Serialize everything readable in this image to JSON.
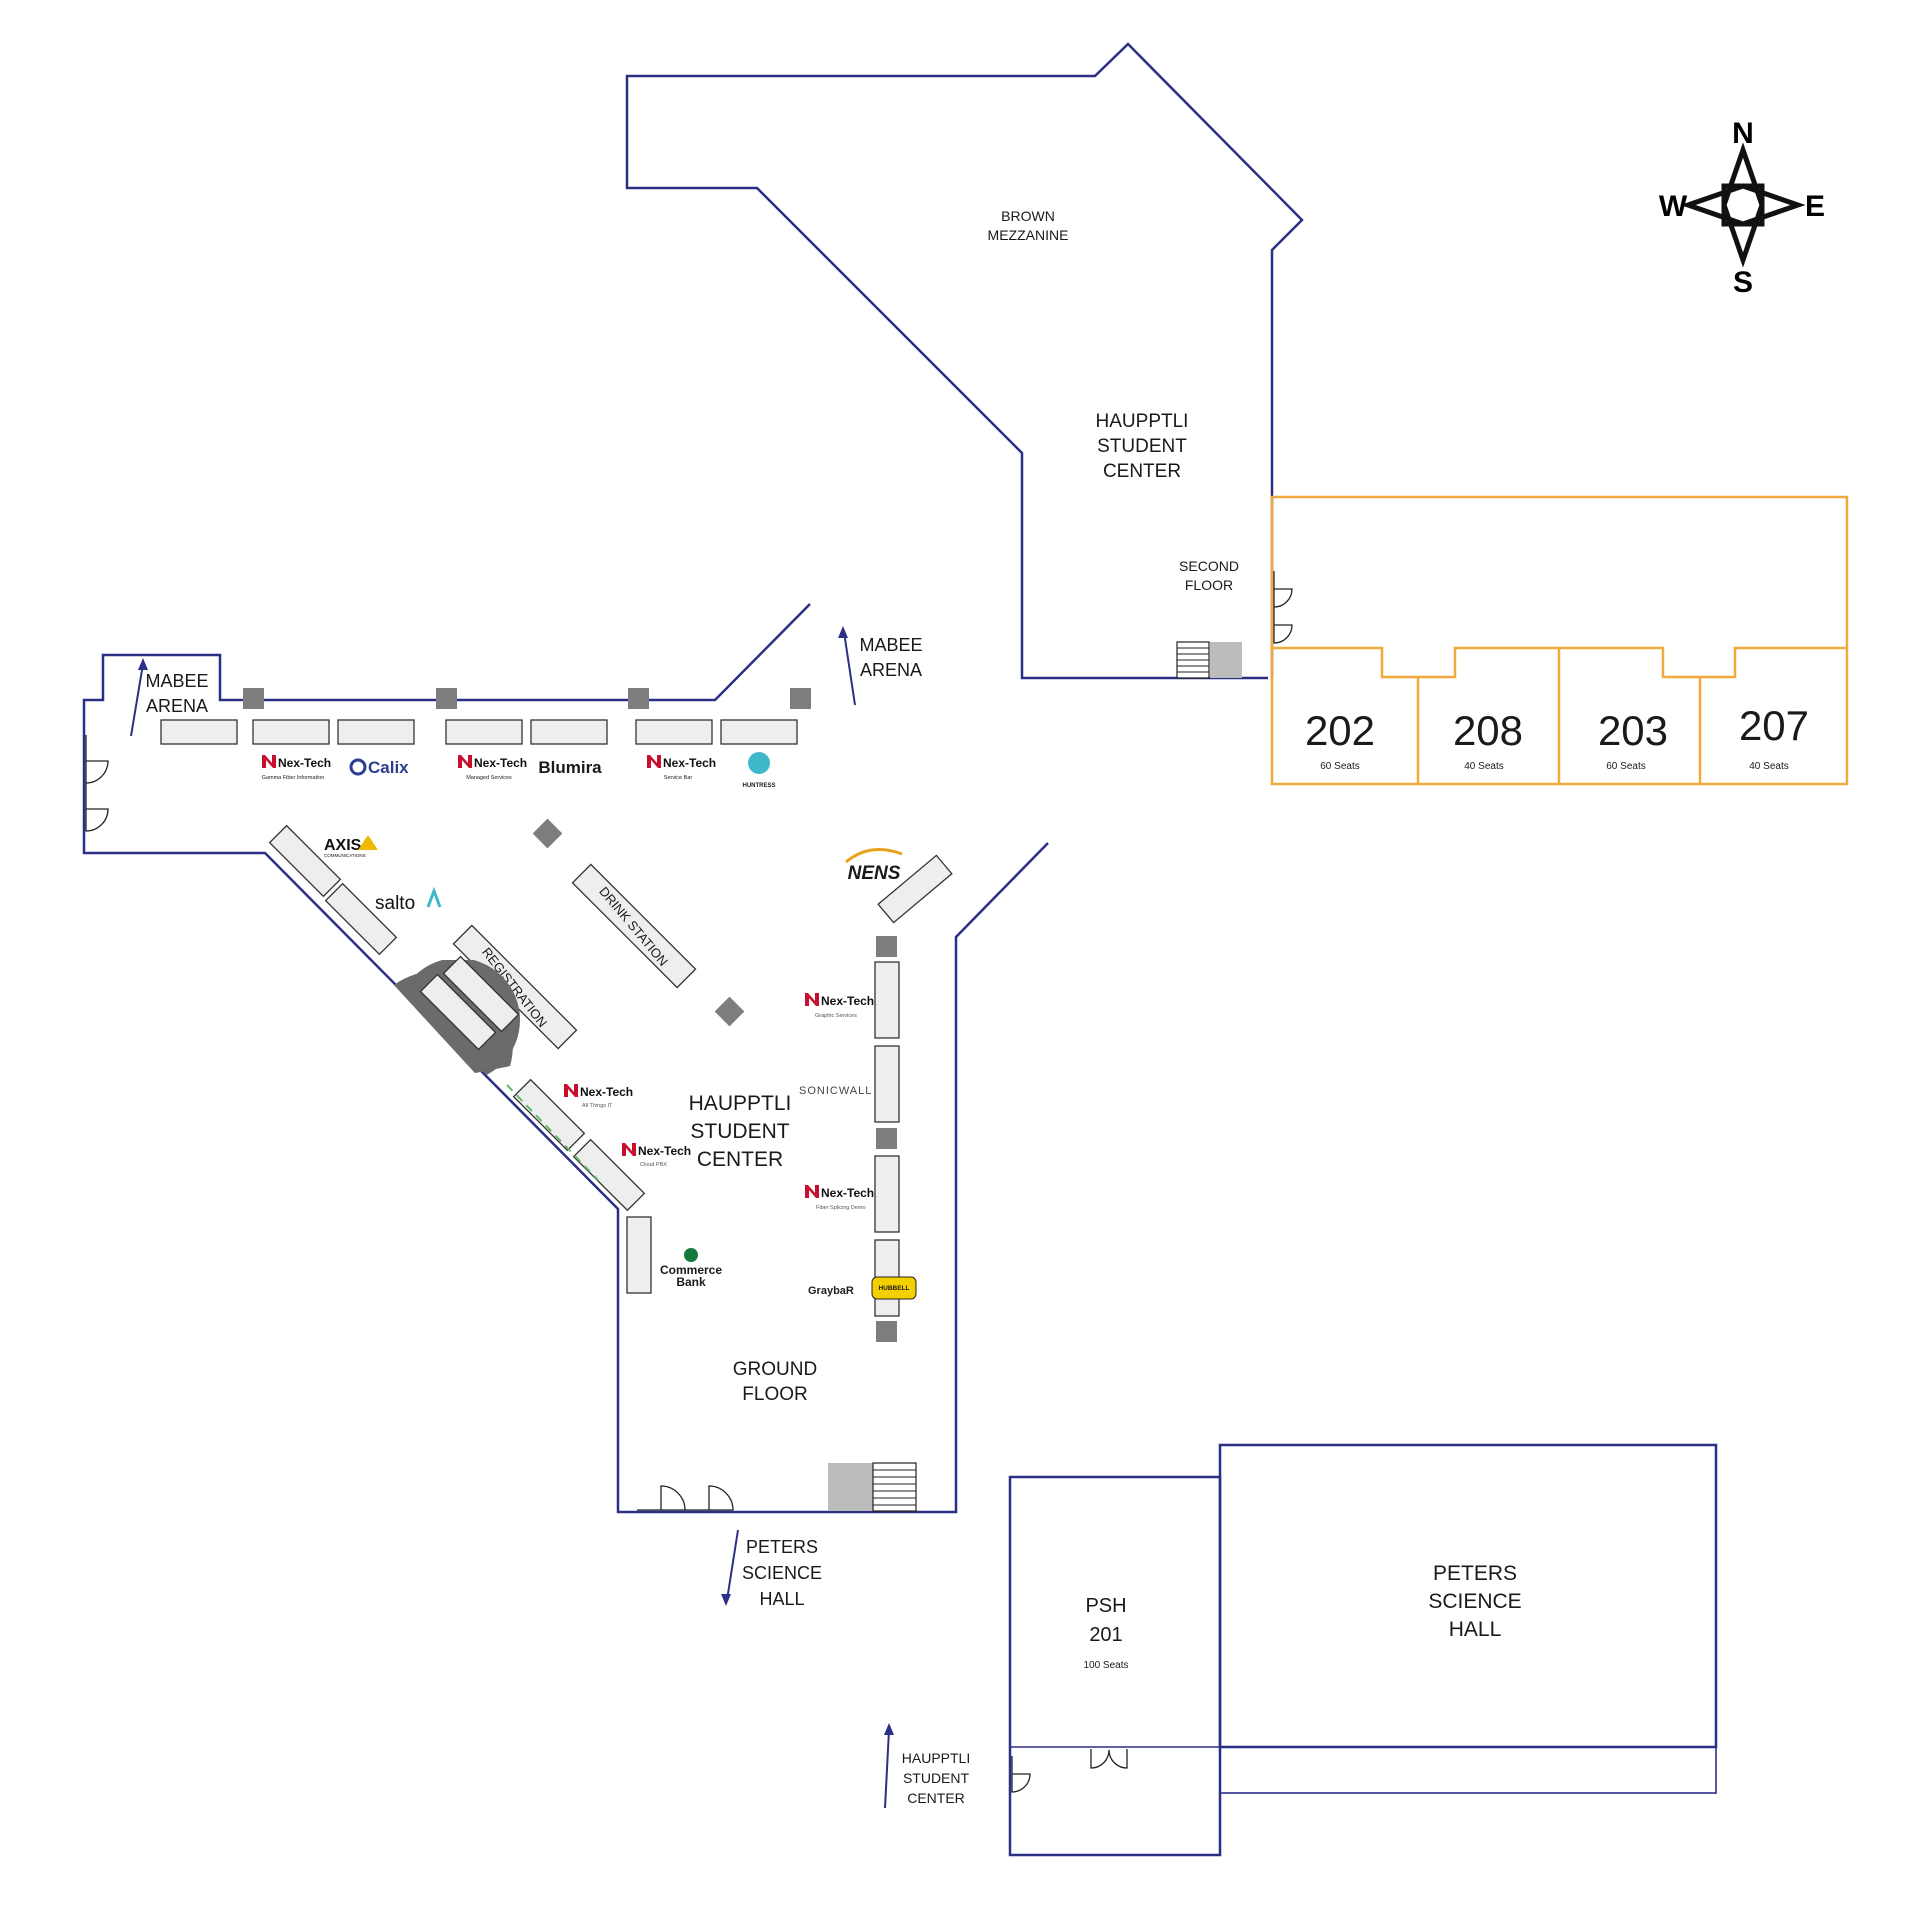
{
  "compass": {
    "n": "N",
    "e": "E",
    "s": "S",
    "w": "W"
  },
  "labels": {
    "brown_mezzanine": [
      "BROWN",
      "MEZZANINE"
    ],
    "hsc_upper": [
      "HAUPPTLI",
      "STUDENT",
      "CENTER"
    ],
    "second_floor": [
      "SECOND",
      "FLOOR"
    ],
    "mabee_left": [
      "MABEE",
      "ARENA"
    ],
    "mabee_right": [
      "MABEE",
      "ARENA"
    ],
    "hsc_ground": [
      "HAUPPTLI",
      "STUDENT",
      "CENTER"
    ],
    "ground_floor": [
      "GROUND",
      "FLOOR"
    ],
    "peters_arrow": [
      "PETERS",
      "SCIENCE",
      "HALL"
    ],
    "hsc_arrow": [
      "HAUPPTLI",
      "STUDENT",
      "CENTER"
    ],
    "psh201": [
      "PSH",
      "201"
    ],
    "psh201_seats": "100 Seats",
    "peters_hall": [
      "PETERS",
      "SCIENCE",
      "HALL"
    ]
  },
  "rooms": [
    {
      "number": "202",
      "seats": "60 Seats"
    },
    {
      "number": "208",
      "seats": "40 Seats"
    },
    {
      "number": "203",
      "seats": "60 Seats"
    },
    {
      "number": "207",
      "seats": "40 Seats"
    }
  ],
  "tables": {
    "drink_station": "DRINK STATION",
    "registration": "REGISTRATION"
  },
  "exhibitors": {
    "nextech_1": {
      "name": "Nex-Tech",
      "tagline": "Gamma Fiber Information"
    },
    "calix": "Calix",
    "nextech_2": {
      "name": "Nex-Tech",
      "tagline": "Managed Services"
    },
    "blumira": "Blumira",
    "nextech_3": {
      "name": "Nex-Tech",
      "tagline": "Service Bar"
    },
    "huntress": "HUNTRESS",
    "axis": {
      "name": "AXIS",
      "tagline": "COMMUNICATIONS"
    },
    "salto": "salto",
    "nens": "NENS",
    "nextech_creative": {
      "name": "Nex-Tech",
      "tagline": "Graphic Services"
    },
    "sonicwall": "SONICWALL",
    "nextech_allthings": {
      "name": "Nex-Tech",
      "tagline": "All Things IT"
    },
    "nextech_cloudpbx": {
      "name": "Nex-Tech",
      "tagline": "Cloud PBX"
    },
    "nextech_fiber": {
      "name": "Nex-Tech",
      "tagline": "Fiber Splicing Demo"
    },
    "commerce_bank": [
      "Commerce",
      "Bank"
    ],
    "graybar": "GraybaR",
    "hubbell": "HUBBELL"
  },
  "colors": {
    "wall": "#2b2f86",
    "rooms": "#f2a93b",
    "pillar": "#7d7d7d",
    "nextech": "#c8102e",
    "calix": "#2d3d8f",
    "blumira": "#3a63c8",
    "huntress": "#3fb8c9",
    "commerce": "#137a3c"
  }
}
